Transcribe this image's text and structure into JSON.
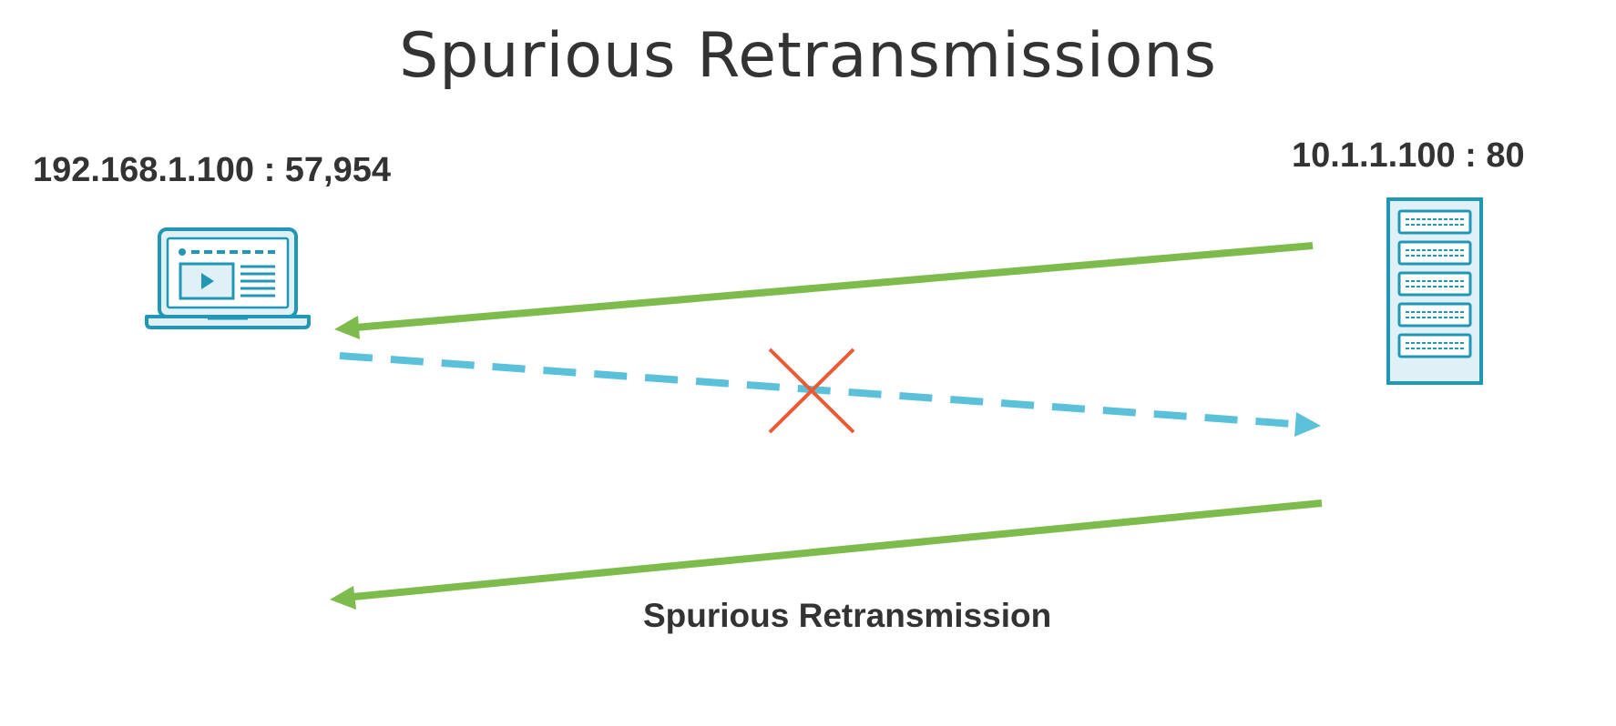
{
  "slide": {
    "title": "Spurious Retransmissions"
  },
  "client": {
    "address": "192.168.1.100 : 57,954",
    "icon": "laptop-icon"
  },
  "server": {
    "address": "10.1.1.100 : 80",
    "icon": "server-rack-icon"
  },
  "arrows": [
    {
      "from": "server",
      "to": "client",
      "style": "solid",
      "color": "#7dbb4d"
    },
    {
      "from": "client",
      "to": "server",
      "style": "dashed",
      "color": "#5bc1db",
      "lost": true
    },
    {
      "from": "server",
      "to": "client",
      "style": "solid",
      "color": "#7dbb4d"
    }
  ],
  "lost_marker": {
    "icon": "x-mark-icon",
    "color": "#ea5b33"
  },
  "caption": "Spurious Retransmission",
  "colors": {
    "icon_teal": "#1f97b5",
    "icon_fill": "#dff1f6",
    "text": "#333333"
  }
}
